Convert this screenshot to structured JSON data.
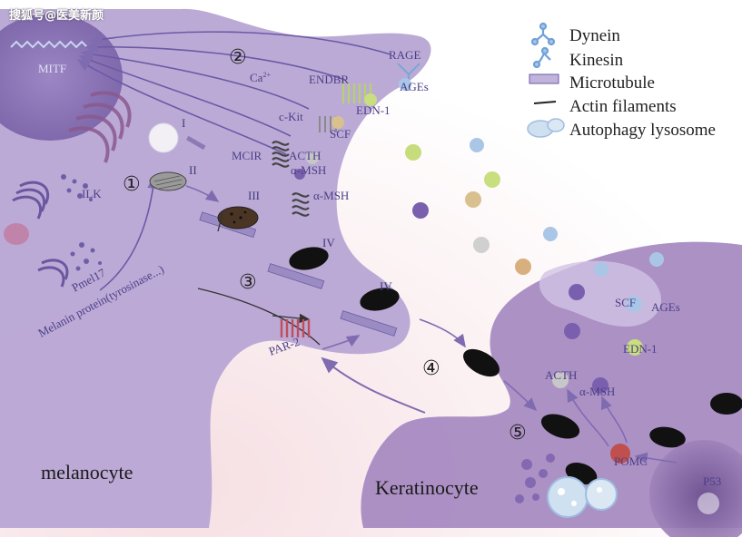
{
  "watermark": "搜狐号@医美新颜",
  "legend": {
    "items": [
      {
        "icon": "dynein-icon",
        "label": "Dynein"
      },
      {
        "icon": "kinesin-icon",
        "label": "Kinesin"
      },
      {
        "icon": "microtubule-icon",
        "label": "Microtubule"
      },
      {
        "icon": "actin-filaments-icon",
        "label": "Actin filaments"
      },
      {
        "icon": "autophagy-lysosome-icon",
        "label": "Autophagy lysosome"
      }
    ]
  },
  "cells": {
    "melanocyte": "melanocyte",
    "keratinocyte": "Keratinocyte"
  },
  "steps": {
    "s1": "①",
    "s2": "②",
    "s3": "③",
    "s4": "④",
    "s5": "⑤"
  },
  "stages": {
    "i": "I",
    "ii": "II",
    "iii": "III",
    "iv1": "IV",
    "iv2": "IV"
  },
  "labels": {
    "mitf": "MITF",
    "ilk": "ILK",
    "pmel17": "Pmel17",
    "melanin_protein": "Melanin protein(tyrosinase...)",
    "rage": "RAGE",
    "ages_top": "AGEs",
    "endbr": "ENDBR",
    "edn1_top": "EDN-1",
    "ca": "Ca",
    "ca_sup": "2+",
    "ckit": "c-Kit",
    "scf_top": "SCF",
    "mc1r": "MCIR",
    "acth_top": "ACTH",
    "amsh_top": "α-MSH",
    "amsh_mid": "α-MSH",
    "par2": "PAR-2",
    "scf_right": "SCF",
    "ages_right": "AGEs",
    "edn1_right": "EDN-1",
    "acth_bottom": "ACTH",
    "amsh_bottom": "α-MSH",
    "pomc": "POMC",
    "p53": "P53"
  },
  "colors": {
    "melanocyte": "#b9a6d4",
    "keratinocyte": "#a98cc2",
    "nucleus": "#8e78b4",
    "arrow": "#7f6bb0",
    "label": "#4a3f86",
    "melanosome": "#111111",
    "pomc": "#c0504d"
  }
}
